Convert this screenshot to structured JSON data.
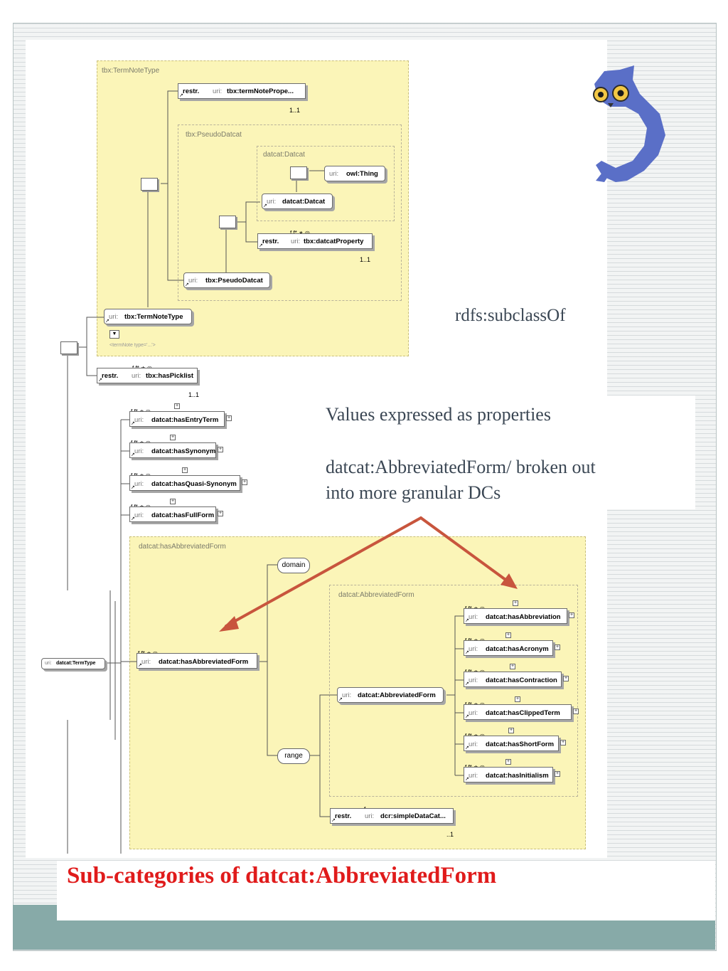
{
  "slide_title": "Sub-categories of datcat:AbbreviatedForm",
  "notes": {
    "subclass": "rdfs:subclassOf",
    "values_line": "Values expressed as properties",
    "abbrev_line1": "datcat:AbbreviatedForm/ broken out",
    "abbrev_line2": "into more granular DCs"
  },
  "groups": {
    "term_note_type": "tbx:TermNoteType",
    "pseudo_datcat": "tbx:PseudoDatcat",
    "datcat": "datcat:Datcat",
    "has_abbreviated_form": "datcat:hasAbbreviatedForm",
    "abbreviated_form": "datcat:AbbreviatedForm"
  },
  "labels": {
    "uri": "uri:",
    "restr": "restr.",
    "facets": "f  f* ∗ ◎",
    "facet_single": "f",
    "flag": "◦",
    "multiplicity": "1..1",
    "multiplicity_short": "..1",
    "note_element": "<termNote type='...'>",
    "domain": "domain",
    "range": "range"
  },
  "nodes": {
    "term_note_prop": "tbx:termNotePrope...",
    "owl_thing": "owl:Thing",
    "datcat": "datcat:Datcat",
    "datcat_property": "tbx:datcatProperty",
    "pseudo_datcat": "tbx:PseudoDatcat",
    "term_note_type": "tbx:TermNoteType",
    "has_picklist": "tbx:hasPicklist",
    "term_type": "datcat:TermType",
    "has_abbreviated_form": "datcat:hasAbbreviatedForm",
    "abbreviated_form": "datcat:AbbreviatedForm",
    "simple_data_cat": "dcr:simpleDataCat..."
  },
  "properties": [
    "datcat:hasEntryTerm",
    "datcat:hasSynonym",
    "datcat:hasQuasi-Synonym",
    "datcat:hasFullForm"
  ],
  "subproperties": [
    "datcat:hasAbbreviation",
    "datcat:hasAcronym",
    "datcat:hasContraction",
    "datcat:hasClippedTerm",
    "datcat:hasShortForm",
    "datcat:hasInitialism"
  ],
  "colors": {
    "group_fill": "#fbf5b8",
    "arrow": "#c8553d",
    "title": "#e01b1b",
    "owl": "#5a6fc7"
  },
  "icons": [
    "owl-logo-icon",
    "sequence-compositor-icon",
    "expand-icon",
    "link-arrow-icon"
  ]
}
